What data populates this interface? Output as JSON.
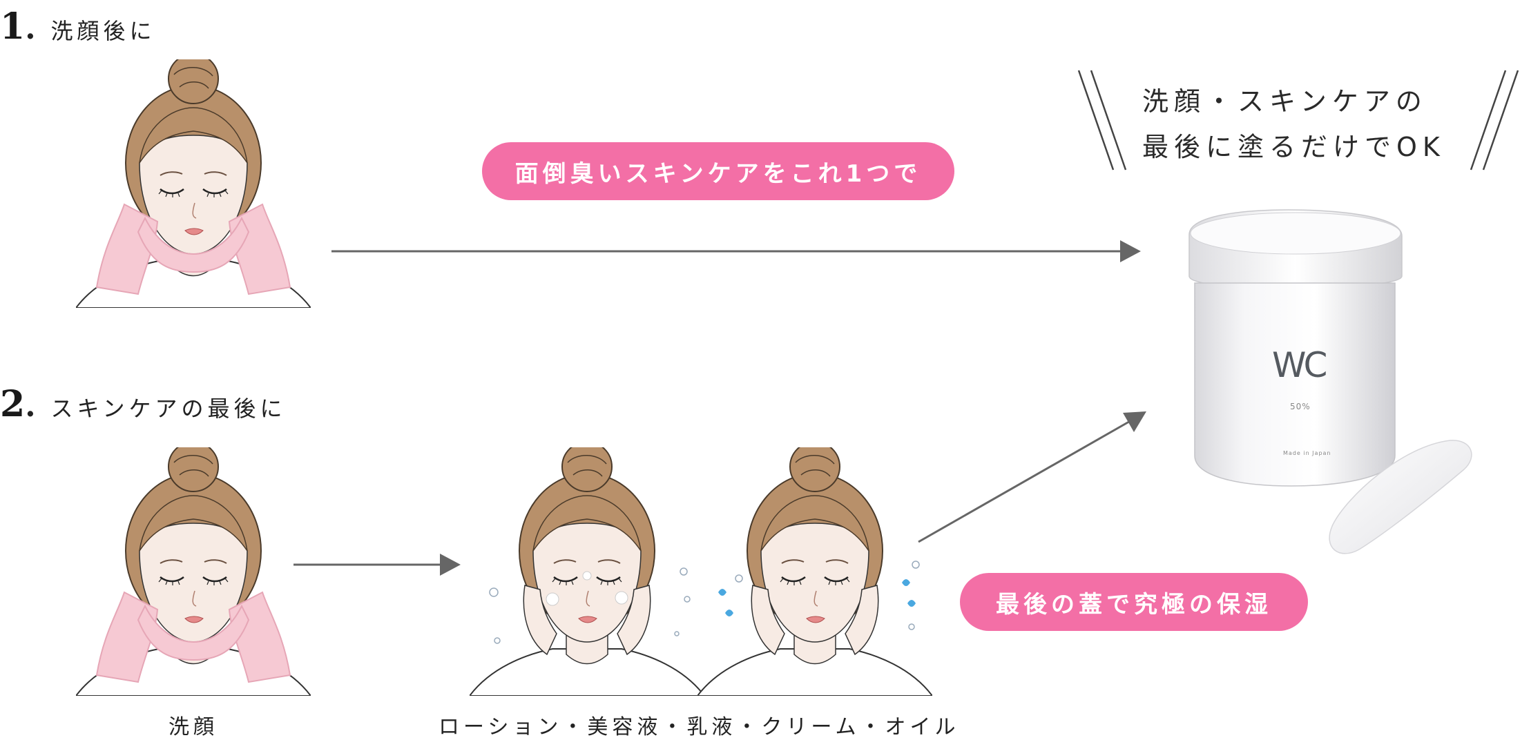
{
  "step1": {
    "number": "1",
    "dot": ".",
    "text": "洗顔後に"
  },
  "step2": {
    "number": "2",
    "dot": ".",
    "text": "スキンケアの最後に"
  },
  "pill_top": "面倒臭いスキンケアをこれ1つで",
  "pill_bottom": "最後の蓋で究極の保湿",
  "callout": {
    "line1": "洗顔・スキンケアの",
    "line2": "最後に塗るだけでOK"
  },
  "caption_wash": "洗顔",
  "caption_skincare": "ローション・美容液・乳液・クリーム・オイル",
  "product": {
    "logo": "WC",
    "label_small": "50%",
    "label_tiny": "Made in Japan"
  },
  "colors": {
    "accent_pink": "#f36fa6",
    "arrow_gray": "#666666",
    "hair": "#b8906a",
    "skin": "#f7ebe4",
    "towel": "#f6c9d3"
  },
  "icons": [
    "woman-washing-face-illustration",
    "woman-applying-skincare-illustration",
    "arrow-right-icon",
    "cream-jar-image"
  ]
}
